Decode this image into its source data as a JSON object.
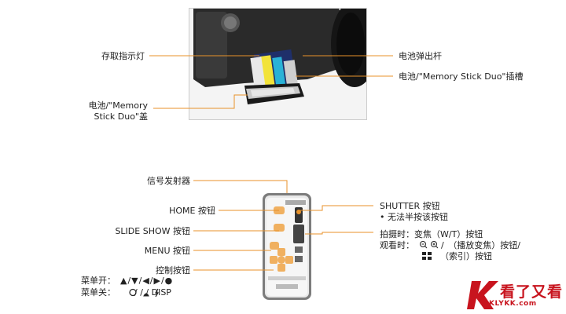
{
  "camera_labels": {
    "access_lamp": "存取指示灯",
    "battery_lever": "电池弹出杆",
    "battery_slot": "电池/\"Memory Stick Duo\"插槽",
    "battery_cover_line1": "电池/\"Memory",
    "battery_cover_line2": "Stick Duo\"盖"
  },
  "remote_labels": {
    "transmitter": "信号发射器",
    "home": "HOME 按钮",
    "slideshow": "SLIDE SHOW 按钮",
    "menu": "MENU 按钮",
    "control": "控制按钮",
    "menu_on_label": "菜单开：",
    "menu_on_symbols": "▲/▼/◀/▶/●",
    "menu_off_label": "菜单关：",
    "menu_off_symbols": "/ / / DISP",
    "shutter": "SHUTTER 按钮",
    "shutter_note": "• 无法半按该按钮",
    "shoot_line": "拍摄时：变焦（W/T）按钮",
    "view_line_prefix": "观看时：",
    "view_line_text": "/　（播放变焦）按钮/",
    "index_text": "（索引）按钮"
  },
  "watermark": {
    "text": "看了又看",
    "url": "KLYKK.com"
  },
  "colors": {
    "leader_line": "#e8922a",
    "watermark": "#c8141e"
  }
}
